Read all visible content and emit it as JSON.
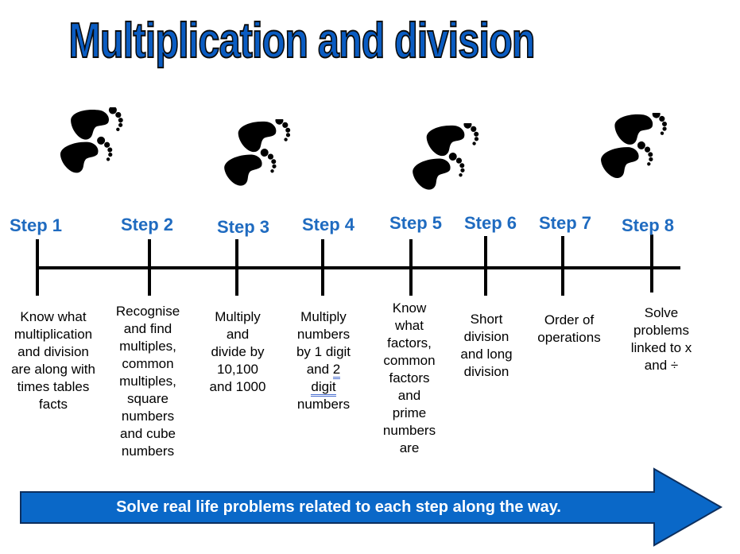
{
  "title": "Multiplication and division",
  "colors": {
    "title_fill": "#0a5cc2",
    "step_blue": "#1f6bc0",
    "arrow_fill": "#0a68c8",
    "arrow_stroke": "#0d2f5e",
    "line": "#000000"
  },
  "icons": [
    "footprints-icon"
  ],
  "steps": [
    {
      "label": "Step 1",
      "lines": [
        "Know what",
        "multiplication",
        "and division",
        "are along with",
        "times tables",
        "facts"
      ]
    },
    {
      "label": "Step 2",
      "lines": [
        "Recognise",
        "and find",
        "multiples,",
        "common",
        "multiples,",
        "square",
        "numbers",
        "and cube",
        "numbers"
      ]
    },
    {
      "label": "Step 3",
      "lines": [
        "Multiply",
        "and",
        "divide by",
        "10,100",
        "and 1000"
      ]
    },
    {
      "label": "Step 4",
      "lines": [
        "Multiply",
        "numbers",
        "by 1 digit",
        "and 2",
        "digit",
        "numbers"
      ]
    },
    {
      "label": "Step 5",
      "lines": [
        "Know",
        "what",
        "factors,",
        "common",
        "factors",
        "and",
        "prime",
        "numbers",
        "are"
      ]
    },
    {
      "label": "Step 6",
      "lines": [
        "Short",
        "division",
        "and long",
        "division"
      ]
    },
    {
      "label": "Step 7",
      "lines": [
        "Order of",
        "operations"
      ]
    },
    {
      "label": "Step 8",
      "lines": [
        "Solve",
        "problems",
        "linked to x",
        "and ÷"
      ]
    }
  ],
  "banner": "Solve real life problems related to each step along the way."
}
